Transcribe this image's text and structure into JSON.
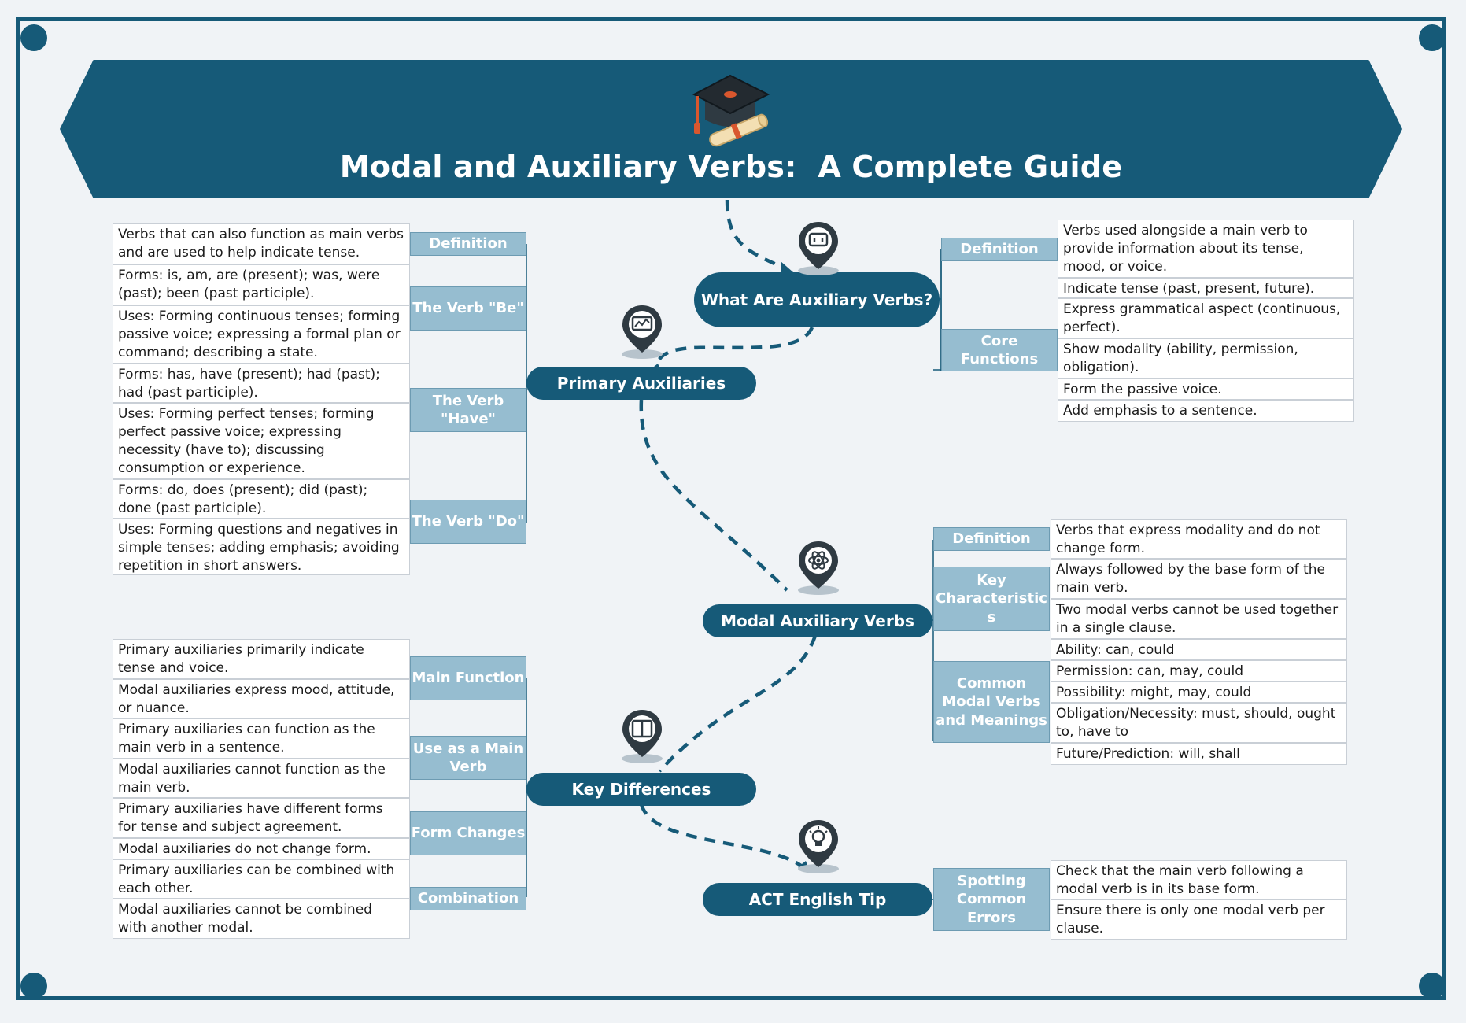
{
  "title": "Modal and Auxiliary Verbs:  A Complete Guide",
  "colors": {
    "primary": "#165a78",
    "label": "#96bdd0",
    "background": "#f0f3f6",
    "dashed_link": "#165a78"
  },
  "icons": [
    "graduation-cap-icon",
    "chat-bubble-icon",
    "presentation-board-icon",
    "atom-icon",
    "book-icon",
    "lightbulb-icon"
  ],
  "nodes": {
    "auxiliary": "What Are Auxiliary Verbs?",
    "primary": "Primary Auxiliaries",
    "modal": "Modal Auxiliary Verbs",
    "differences": "Key Differences",
    "tip": "ACT English Tip"
  },
  "auxiliary": {
    "definition_label": "Definition",
    "definition": "Verbs used alongside a main verb to provide information about its tense, mood, or voice.",
    "core_label": "Core Functions",
    "core": [
      "Indicate tense (past, present, future).",
      "Express grammatical aspect (continuous, perfect).",
      "Show modality (ability, permission, obligation).",
      "Form the passive voice.",
      "Add emphasis to a sentence."
    ]
  },
  "primary": {
    "definition_label": "Definition",
    "definition": "Verbs that can also function as main verbs and are used to help indicate tense.",
    "be_label": "The Verb \"Be\"",
    "be": [
      "Forms: is, am, are (present); was, were (past); been (past participle).",
      "Uses: Forming continuous tenses; forming passive voice; expressing a formal plan or command; describing a state."
    ],
    "have_label": "The Verb \"Have\"",
    "have": [
      "Forms: has, have (present); had (past); had (past participle).",
      "Uses: Forming perfect tenses; forming perfect passive voice; expressing necessity (have to); discussing consumption or experience."
    ],
    "do_label": "The Verb \"Do\"",
    "do": [
      "Forms: do, does (present); did (past); done (past participle).",
      "Uses: Forming questions and negatives in simple tenses; adding emphasis; avoiding repetition in short answers."
    ]
  },
  "modal": {
    "definition_label": "Definition",
    "definition": "Verbs that express modality and do not change form.",
    "key_label": "Key Characteristic s",
    "key": [
      "Always followed by the base form of the main verb.",
      "Two modal verbs cannot be used together in a single clause."
    ],
    "common_label": "Common Modal Verbs and Meanings",
    "common": [
      "Ability: can, could",
      "Permission: can, may, could",
      "Possibility: might, may, could",
      "Obligation/Necessity: must, should, ought to, have to",
      "Future/Prediction: will, shall"
    ]
  },
  "differences": {
    "main_label": "Main Function",
    "main": [
      "Primary auxiliaries primarily indicate tense and voice.",
      "Modal auxiliaries express mood, attitude, or nuance."
    ],
    "verb_label": "Use as a Main Verb",
    "verb": [
      "Primary auxiliaries can function as the main verb in a sentence.",
      "Modal auxiliaries cannot function as the main verb."
    ],
    "form_label": "Form Changes",
    "form": [
      "Primary auxiliaries have different forms for tense and subject agreement.",
      "Modal auxiliaries do not change form."
    ],
    "comb_label": "Combination",
    "comb": [
      "Primary auxiliaries can be combined with each other.",
      "Modal auxiliaries cannot be combined with another modal."
    ]
  },
  "tip": {
    "label": "Spotting Common Errors",
    "items": [
      "Check that the main verb following a modal verb is in its base form.",
      "Ensure there is only one modal verb per clause."
    ]
  }
}
